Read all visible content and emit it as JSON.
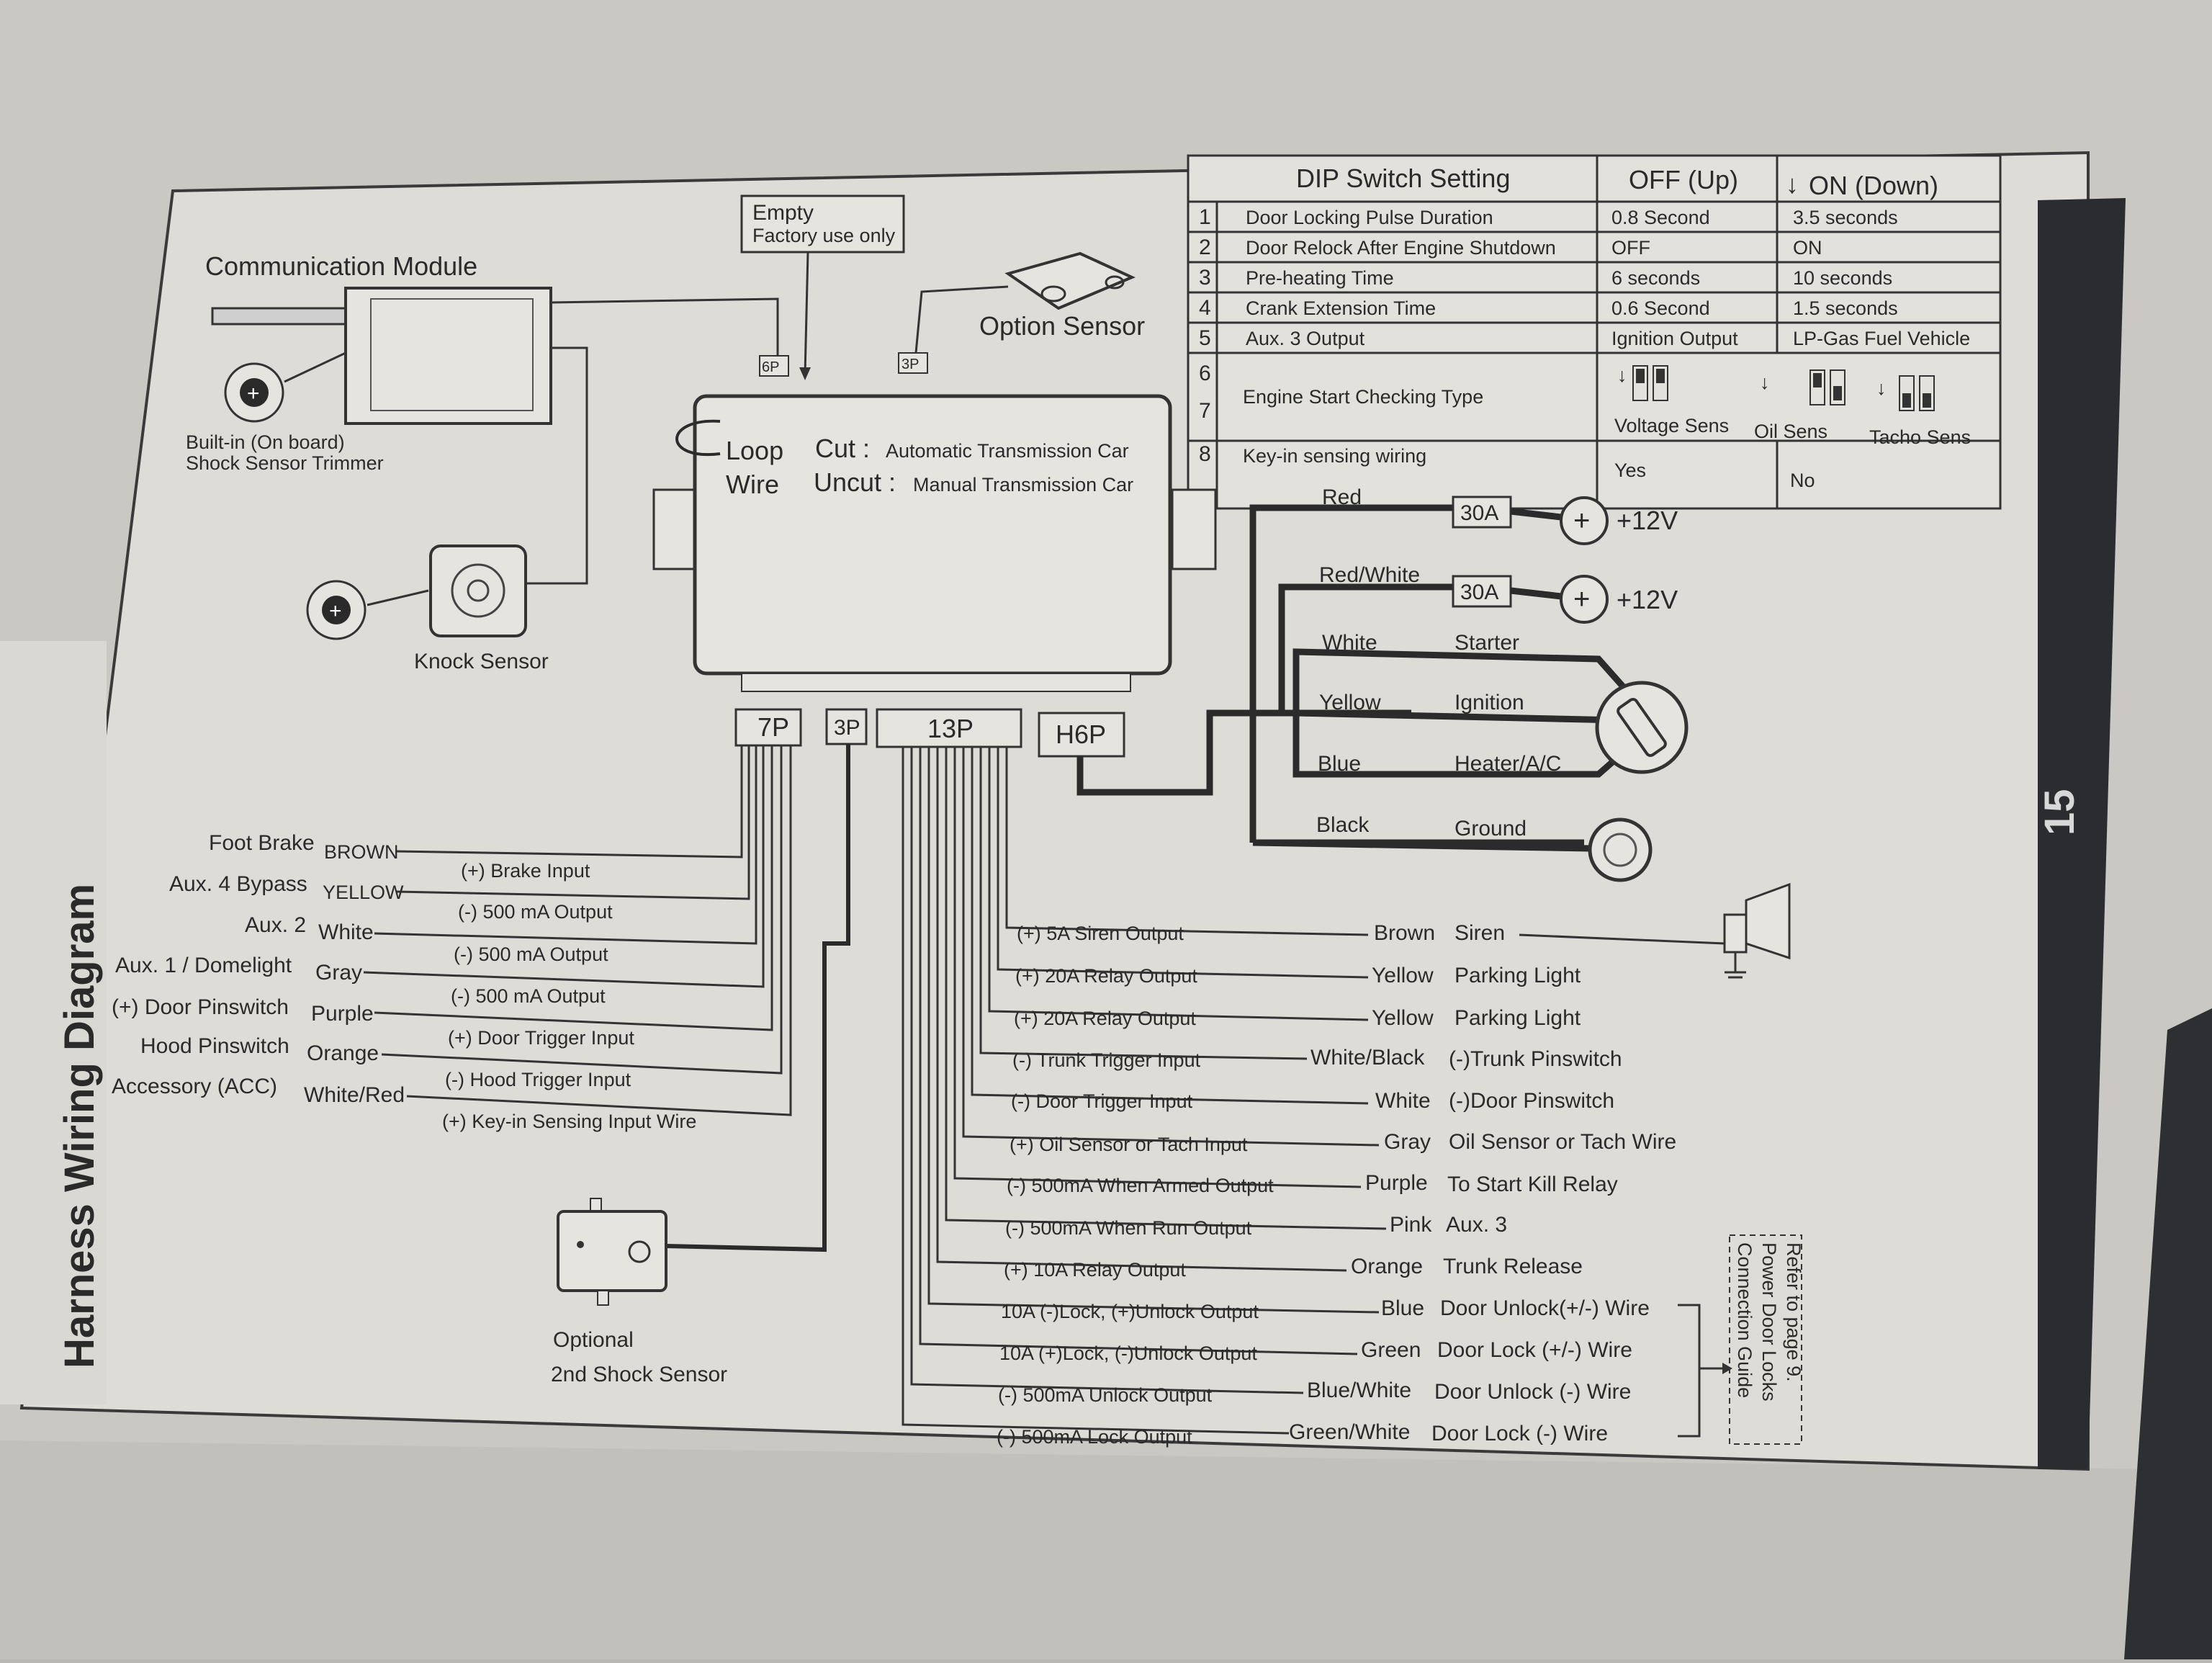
{
  "page": {
    "title": "Harness Wiring Diagram",
    "page_number": "15"
  },
  "modules": {
    "communication_module": "Communication Module",
    "shock_trimmer_line1": "Built-in (On board)",
    "shock_trimmer_line2": "Shock Sensor Trimmer",
    "knock_sensor": "Knock Sensor",
    "empty_line1": "Empty",
    "empty_line2": "Factory use only",
    "option_sensor": "Option Sensor",
    "optional_sensor_line1": "Optional",
    "optional_sensor_line2": "2nd Shock Sensor"
  },
  "main_unit": {
    "loop_line1": "Loop",
    "loop_line2": "Wire",
    "cut_label": "Cut :",
    "cut_desc": "Automatic Transmission Car",
    "uncut_label": "Uncut :",
    "uncut_desc": "Manual Transmission Car"
  },
  "connectors": {
    "c6p": "6P",
    "c3p_top": "3P",
    "c7p": "7P",
    "c3p": "3P",
    "c13p": "13P",
    "ch6p": "H6P"
  },
  "dip": {
    "title": "DIP Switch Setting",
    "col_off": "OFF (Up)",
    "col_on": "ON (Down)",
    "rows": [
      {
        "num": "1",
        "name": "Door Locking Pulse Duration",
        "off": "0.8 Second",
        "on": "3.5 seconds"
      },
      {
        "num": "2",
        "name": "Door Relock After Engine Shutdown",
        "off": "OFF",
        "on": "ON"
      },
      {
        "num": "3",
        "name": "Pre-heating Time",
        "off": "6 seconds",
        "on": "10 seconds"
      },
      {
        "num": "4",
        "name": "Crank Extension Time",
        "off": "0.6 Second",
        "on": "1.5 seconds"
      },
      {
        "num": "5",
        "name": "Aux. 3 Output",
        "off": "Ignition Output",
        "on": "LP-Gas Fuel Vehicle"
      }
    ],
    "row67_num6": "6",
    "row67_num7": "7",
    "row67_name": "Engine Start Checking Type",
    "row67_opts": [
      "Voltage Sens",
      "Oil Sens",
      "Tacho Sens"
    ],
    "row8_num": "8",
    "row8_name": "Key-in sensing wiring",
    "row8_off": "Yes",
    "row8_on": "No"
  },
  "power": [
    {
      "wire": "Red",
      "fuse": "30A",
      "supply": "+12V"
    },
    {
      "wire": "Red/White",
      "fuse": "30A",
      "supply": "+12V"
    }
  ],
  "ignition": [
    {
      "wire": "White",
      "fn": "Starter"
    },
    {
      "wire": "Yellow",
      "fn": "Ignition"
    },
    {
      "wire": "Blue",
      "fn": "Heater/A/C"
    },
    {
      "wire": "Black",
      "fn": "Ground"
    }
  ],
  "left_wires": [
    {
      "name": "Foot Brake",
      "color": "BROWN",
      "fn": "(+) Brake Input"
    },
    {
      "name": "Aux. 4 Bypass",
      "color": "YELLOW",
      "fn": "(-) 500 mA Output"
    },
    {
      "name": "Aux. 2",
      "color": "White",
      "fn": "(-) 500 mA Output"
    },
    {
      "name": "Aux. 1 / Domelight",
      "color": "Gray",
      "fn": "(-) 500 mA Output"
    },
    {
      "name": "(+) Door Pinswitch",
      "color": "Purple",
      "fn": "(+) Door Trigger Input"
    },
    {
      "name": "Hood Pinswitch",
      "color": "Orange",
      "fn": "(-) Hood Trigger Input"
    },
    {
      "name": "Accessory (ACC)",
      "color": "White/Red",
      "fn": "(+) Key-in Sensing Input Wire"
    }
  ],
  "right_wires": [
    {
      "fn": "(+) 5A Siren Output",
      "color": "Brown",
      "dest": "Siren"
    },
    {
      "fn": "(+) 20A Relay Output",
      "color": "Yellow",
      "dest": "Parking Light"
    },
    {
      "fn": "(+) 20A Relay Output",
      "color": "Yellow",
      "dest": "Parking Light"
    },
    {
      "fn": "(-) Trunk Trigger Input",
      "color": "White/Black",
      "dest": "(-)Trunk Pinswitch"
    },
    {
      "fn": "(-) Door Trigger Input",
      "color": "White",
      "dest": "(-)Door Pinswitch"
    },
    {
      "fn": "(+) Oil Sensor or Tach Input",
      "color": "Gray",
      "dest": "Oil Sensor or Tach Wire"
    },
    {
      "fn": "(-) 500mA When Armed Output",
      "color": "Purple",
      "dest": "To Start Kill Relay"
    },
    {
      "fn": "(-) 500mA When Run Output",
      "color": "Pink",
      "dest": "Aux. 3"
    },
    {
      "fn": "(+) 10A Relay Output",
      "color": "Orange",
      "dest": "Trunk Release"
    },
    {
      "fn": "10A (-)Lock, (+)Unlock Output",
      "color": "Blue",
      "dest": "Door Unlock(+/-) Wire"
    },
    {
      "fn": "10A (+)Lock, (-)Unlock Output",
      "color": "Green",
      "dest": "Door Lock (+/-) Wire"
    },
    {
      "fn": "(-) 500mA Unlock Output",
      "color": "Blue/White",
      "dest": "Door Unlock (-) Wire"
    },
    {
      "fn": "(-) 500mA Lock Output",
      "color": "Green/White",
      "dest": "Door Lock (-) Wire"
    }
  ],
  "refer_note": [
    "Refer to page 9.",
    "Power Door Locks",
    "Connection Guide"
  ]
}
